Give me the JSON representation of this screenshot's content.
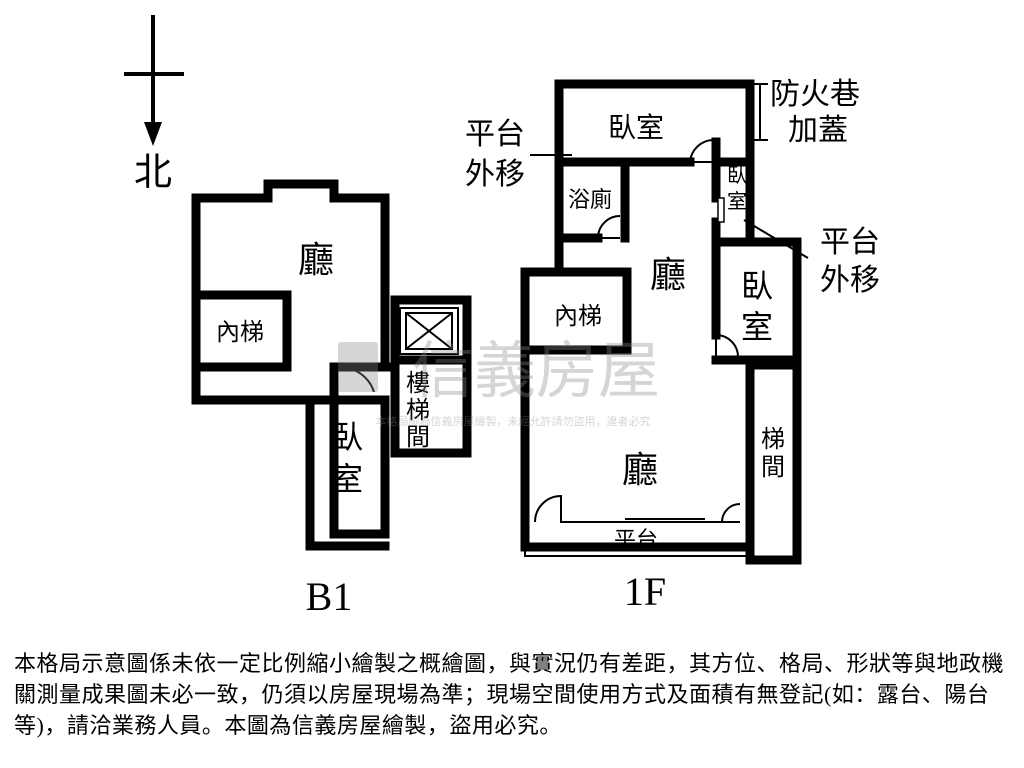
{
  "compass": {
    "label": "北"
  },
  "floors": {
    "b1": {
      "label": "B1",
      "rooms": {
        "living": "廳",
        "inner_stairs": "內梯",
        "stairwell": "樓梯間",
        "bedroom": "臥室"
      }
    },
    "f1": {
      "label": "1F",
      "rooms": {
        "bedroom_top": "臥室",
        "bathroom": "浴廁",
        "bedroom_small": "臥室",
        "living_upper": "廳",
        "inner_stairs": "內梯",
        "bedroom_right": "臥室",
        "living_lower": "廳",
        "stairwell": "梯間",
        "platform": "平台"
      },
      "annotations": {
        "fire_lane": [
          "防火巷",
          "加蓋"
        ],
        "platform_move_left": [
          "平台",
          "外移"
        ],
        "platform_move_right": [
          "平台",
          "外移"
        ]
      }
    }
  },
  "watermark": {
    "brand": "信義房屋",
    "subtext": "本格局圖為信義房屋繪製，未經允許請勿盜用，違者必究"
  },
  "disclaimer": "本格局示意圖係未依一定比例縮小繪製之概繪圖，與實況仍有差距，其方位、格局、形狀等與地政機關測量成果圖未必一致，仍須以房屋現場為準；現場空間使用方式及面積有無登記(如：露台、陽台等)，請洽業務人員。本圖為信義房屋繪製，盜用必究。"
}
